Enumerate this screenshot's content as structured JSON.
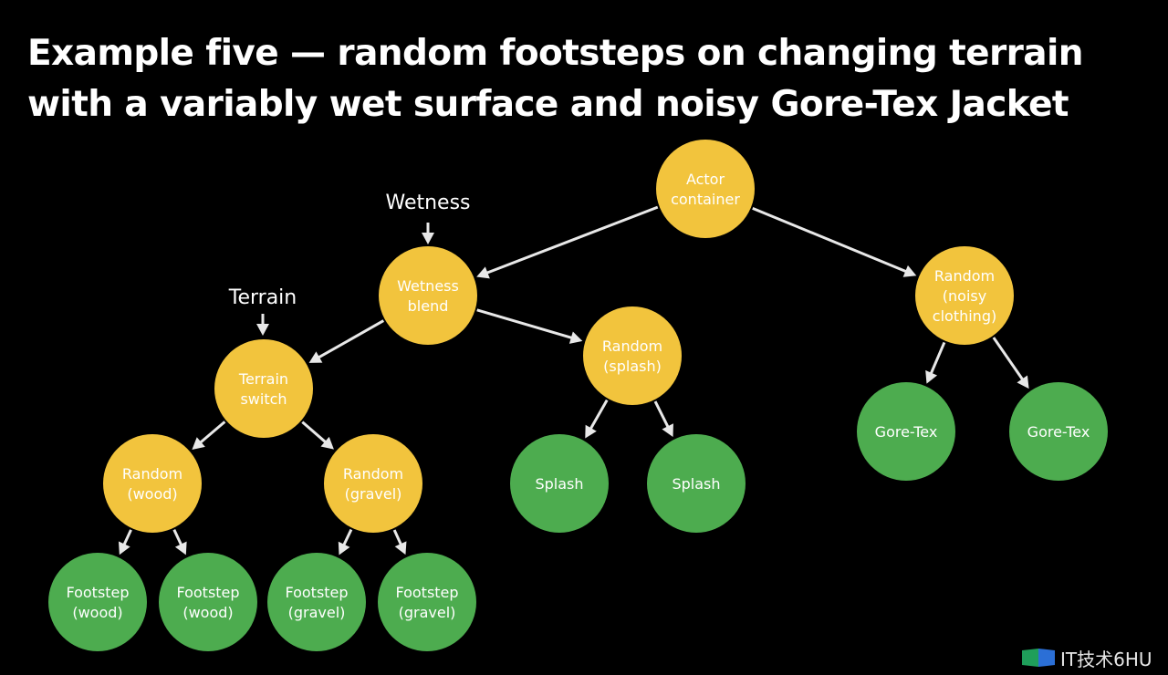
{
  "slide": {
    "title_lines": [
      "Example five — random footsteps on changing terrain",
      "with a variably wet surface and noisy Gore-Tex Jacket"
    ]
  },
  "diagram": {
    "colors": {
      "container_node": "#f2c43d",
      "leaf_node": "#4dac4f",
      "arrow": "#e8e8e8",
      "text": "#ffffff",
      "background": "#000000"
    },
    "nodes": [
      {
        "id": "actor",
        "lines": [
          "Actor",
          "container"
        ],
        "kind": "container"
      },
      {
        "id": "wetness-blend",
        "lines": [
          "Wetness",
          "blend"
        ],
        "kind": "container"
      },
      {
        "id": "random-noisy-clothing",
        "lines": [
          "Random",
          "(noisy",
          "clothing)"
        ],
        "kind": "container"
      },
      {
        "id": "terrain-switch",
        "lines": [
          "Terrain",
          "switch"
        ],
        "kind": "container"
      },
      {
        "id": "random-splash",
        "lines": [
          "Random",
          "(splash)"
        ],
        "kind": "container"
      },
      {
        "id": "random-wood",
        "lines": [
          "Random",
          "(wood)"
        ],
        "kind": "container"
      },
      {
        "id": "random-gravel",
        "lines": [
          "Random",
          "(gravel)"
        ],
        "kind": "container"
      },
      {
        "id": "splash-1",
        "lines": [
          "Splash"
        ],
        "kind": "leaf"
      },
      {
        "id": "splash-2",
        "lines": [
          "Splash"
        ],
        "kind": "leaf"
      },
      {
        "id": "gore-tex-1",
        "lines": [
          "Gore-Tex"
        ],
        "kind": "leaf"
      },
      {
        "id": "gore-tex-2",
        "lines": [
          "Gore-Tex"
        ],
        "kind": "leaf"
      },
      {
        "id": "footstep-wood-1",
        "lines": [
          "Footstep",
          "(wood)"
        ],
        "kind": "leaf"
      },
      {
        "id": "footstep-wood-2",
        "lines": [
          "Footstep",
          "(wood)"
        ],
        "kind": "leaf"
      },
      {
        "id": "footstep-gravel-1",
        "lines": [
          "Footstep",
          "(gravel)"
        ],
        "kind": "leaf"
      },
      {
        "id": "footstep-gravel-2",
        "lines": [
          "Footstep",
          "(gravel)"
        ],
        "kind": "leaf"
      }
    ],
    "edges": [
      {
        "from": "actor",
        "to": "wetness-blend"
      },
      {
        "from": "actor",
        "to": "random-noisy-clothing"
      },
      {
        "from": "wetness-blend",
        "to": "terrain-switch"
      },
      {
        "from": "wetness-blend",
        "to": "random-splash"
      },
      {
        "from": "random-splash",
        "to": "splash-1"
      },
      {
        "from": "random-splash",
        "to": "splash-2"
      },
      {
        "from": "random-noisy-clothing",
        "to": "gore-tex-1"
      },
      {
        "from": "random-noisy-clothing",
        "to": "gore-tex-2"
      },
      {
        "from": "terrain-switch",
        "to": "random-wood"
      },
      {
        "from": "terrain-switch",
        "to": "random-gravel"
      },
      {
        "from": "random-wood",
        "to": "footstep-wood-1"
      },
      {
        "from": "random-wood",
        "to": "footstep-wood-2"
      },
      {
        "from": "random-gravel",
        "to": "footstep-gravel-1"
      },
      {
        "from": "random-gravel",
        "to": "footstep-gravel-2"
      }
    ],
    "annotations": [
      {
        "id": "wetness-param",
        "label": "Wetness",
        "target": "wetness-blend"
      },
      {
        "id": "terrain-param",
        "label": "Terrain",
        "target": "terrain-switch"
      }
    ]
  },
  "watermark": {
    "text": "IT技术6HU"
  }
}
